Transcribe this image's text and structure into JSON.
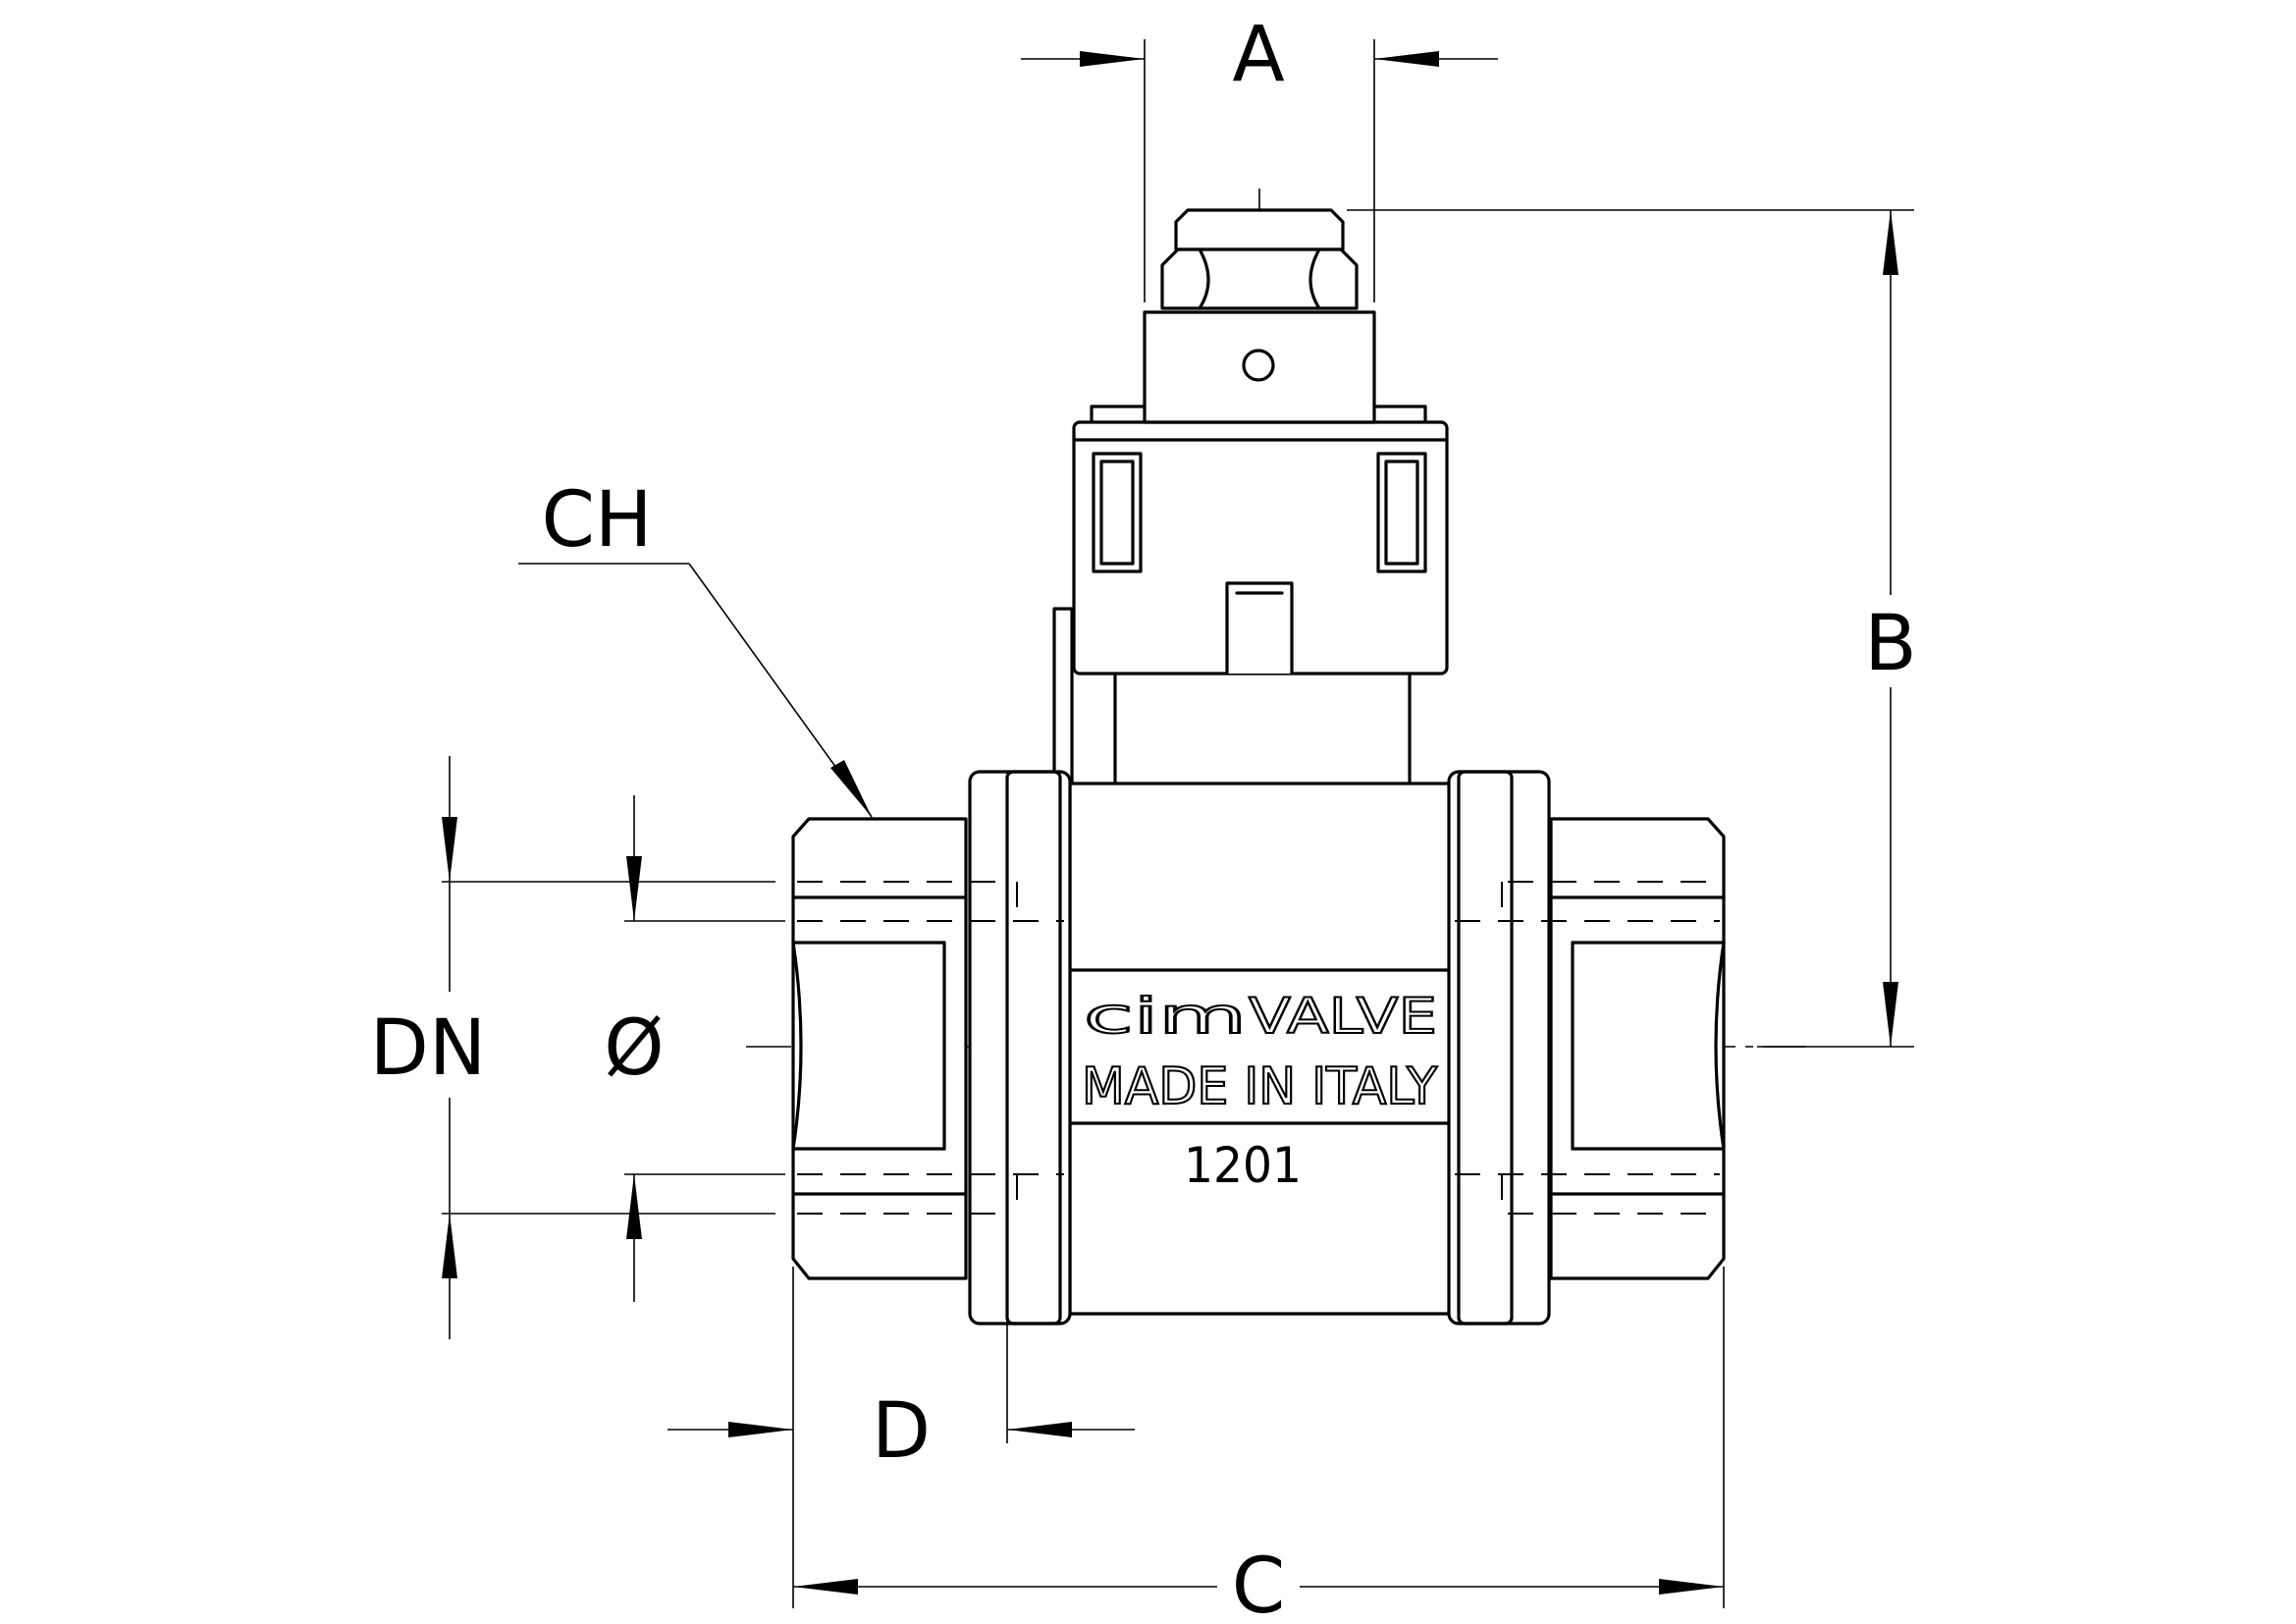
{
  "dimensions": {
    "a": "A",
    "b": "B",
    "c": "C",
    "d": "D",
    "ch": "CH",
    "dn": "DN",
    "phi": "Ø"
  },
  "body_marking": {
    "brand": "cim",
    "brand_suffix": "VALVE",
    "origin": "MADE IN ITALY",
    "code": "1201"
  }
}
